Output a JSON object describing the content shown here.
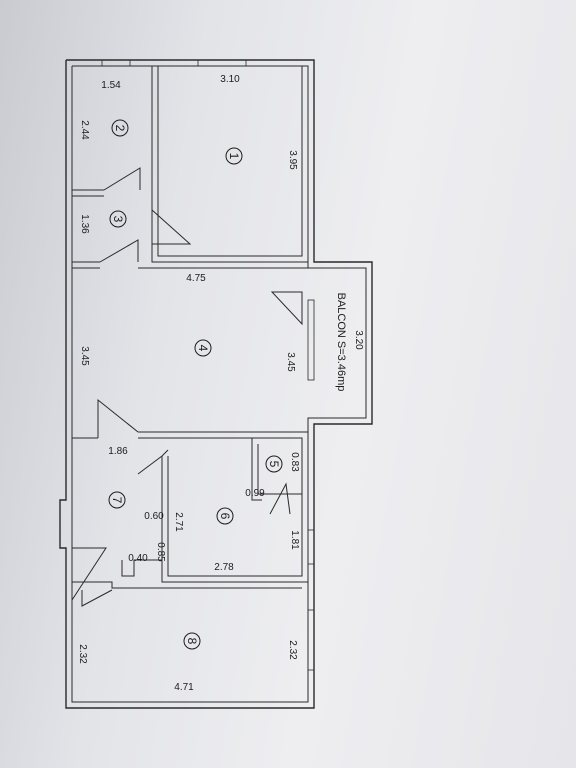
{
  "rooms": [
    {
      "number": "1",
      "dim_top": "3.10",
      "dim_side": "3.95"
    },
    {
      "number": "2",
      "dim_top": "1.54",
      "dim_side": "2.44"
    },
    {
      "number": "3",
      "dim_side": "1.36"
    },
    {
      "number": "4",
      "dim_top": "4.75",
      "dim_left": "3.45",
      "dim_right": "3.45"
    },
    {
      "number": "5",
      "dim_a": "0.83",
      "dim_b": "0.99"
    },
    {
      "number": "6",
      "dim_side": "2.71",
      "dim_bottom": "2.78",
      "dim_right": "1.81"
    },
    {
      "number": "7",
      "dim_top": "1.86",
      "dim_a": "0.60",
      "dim_b": "0.85",
      "dim_c": "0.40"
    },
    {
      "number": "8",
      "dim_left": "2.32",
      "dim_right": "2.32",
      "dim_bottom": "4.71"
    }
  ],
  "balcony": {
    "label": "BALCON S=3.46mp",
    "dim": "3.20"
  }
}
